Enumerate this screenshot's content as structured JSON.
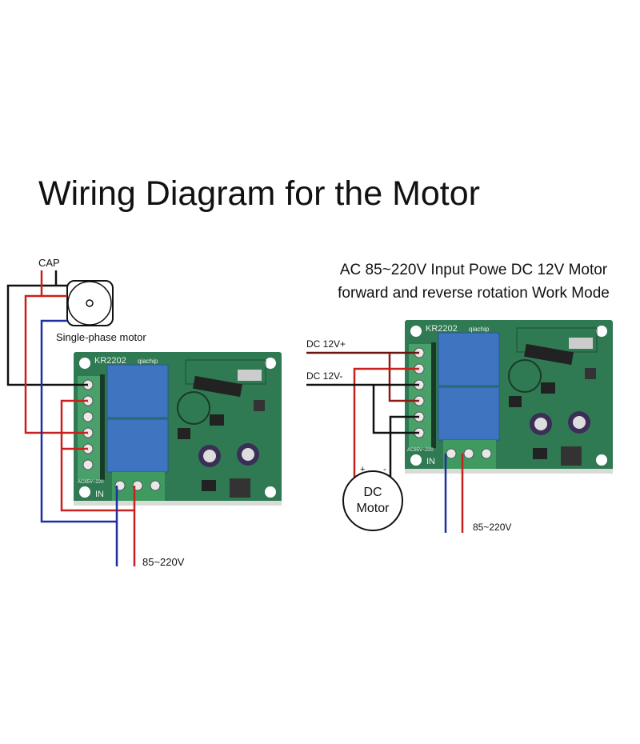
{
  "title": "Wiring Diagram for the Motor",
  "left_diagram": {
    "cap_label": "CAP",
    "motor_label": "Single-phase motor",
    "board_model": "KR2202",
    "board_brand": "qiachip",
    "in_label": "IN",
    "ac_label": "AC85V~220",
    "voltage_label": "85~220V"
  },
  "right_diagram": {
    "heading_line1": "AC 85~220V Input Powe DC 12V Motor",
    "heading_line2": "forward and reverse  rotation Work Mode",
    "dc_plus_label": "DC 12V+",
    "dc_minus_label": "DC 12V-",
    "motor_label_line1": "DC",
    "motor_label_line2": "Motor",
    "plus_sign": "+",
    "minus_sign": "-",
    "board_model": "KR2202",
    "board_brand": "qiachip",
    "in_label": "IN",
    "ac_label": "AC85V~220",
    "voltage_label": "85~220V"
  },
  "colors": {
    "red": "#c8201c",
    "blue": "#1f2f9e",
    "black": "#111111",
    "board": "#2f7a52",
    "relay": "#3f74c0",
    "terminal": "#3f9a60"
  }
}
